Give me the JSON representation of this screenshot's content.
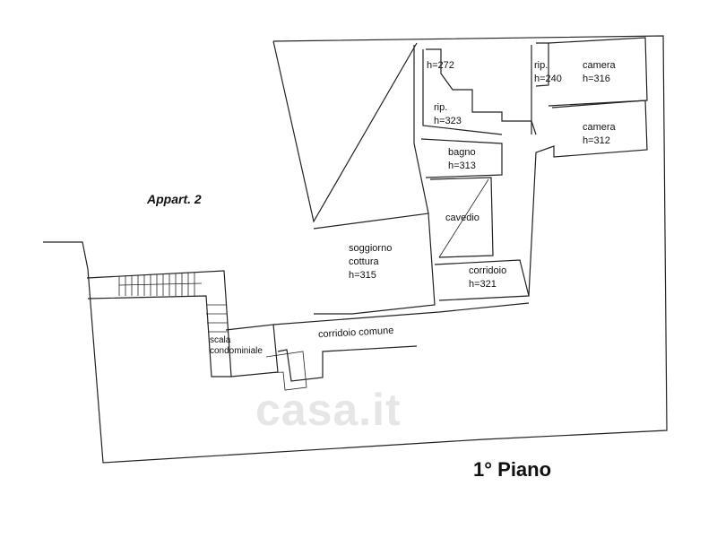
{
  "title": "1° Piano",
  "apartment_label": "Appart. 2",
  "watermark": "casa.it",
  "rooms": [
    {
      "name": "",
      "height": "h=272"
    },
    {
      "name": "rip.",
      "height": "h=323"
    },
    {
      "name": "rip.",
      "height": "h=240"
    },
    {
      "name": "camera",
      "height": "h=316"
    },
    {
      "name": "camera",
      "height": "h=312"
    },
    {
      "name": "bagno",
      "height": "h=313"
    },
    {
      "name": "cavedio",
      "height": ""
    },
    {
      "name": "soggiorno",
      "name2": "cottura",
      "height": "h=315"
    },
    {
      "name": "corridoio",
      "height": "h=321"
    },
    {
      "name": "corridoio comune",
      "height": ""
    },
    {
      "name": "scala",
      "name2": "condominiale",
      "height": ""
    }
  ]
}
